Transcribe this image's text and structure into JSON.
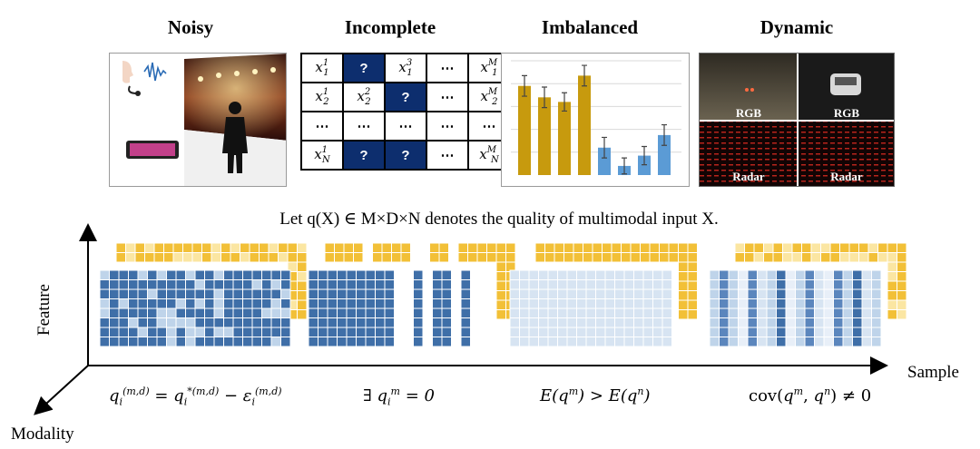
{
  "titles": {
    "noisy": "Noisy",
    "incomplete": "Incomplete",
    "imbalanced": "Imbalanced",
    "dynamic": "Dynamic"
  },
  "matrix": {
    "rows": [
      [
        {
          "t": "x",
          "sup": "1",
          "sub": "1"
        },
        {
          "t": "?",
          "miss": true
        },
        {
          "t": "x",
          "sup": "3",
          "sub": "1"
        },
        {
          "t": "⋯",
          "dots": true
        },
        {
          "t": "x",
          "sup": "M",
          "sub": "1"
        }
      ],
      [
        {
          "t": "x",
          "sup": "1",
          "sub": "2"
        },
        {
          "t": "x",
          "sup": "2",
          "sub": "2"
        },
        {
          "t": "?",
          "miss": true
        },
        {
          "t": "⋯",
          "dots": true
        },
        {
          "t": "x",
          "sup": "M",
          "sub": "2"
        }
      ],
      [
        {
          "t": "⋯",
          "dots": true
        },
        {
          "t": "⋯",
          "dots": true
        },
        {
          "t": "⋯",
          "dots": true
        },
        {
          "t": "⋯",
          "dots": true
        },
        {
          "t": "⋯",
          "dots": true
        }
      ],
      [
        {
          "t": "x",
          "sup": "1",
          "sub": "N"
        },
        {
          "t": "?",
          "miss": true
        },
        {
          "t": "?",
          "miss": true
        },
        {
          "t": "⋯",
          "dots": true
        },
        {
          "t": "x",
          "sup": "M",
          "sub": "N"
        }
      ]
    ]
  },
  "imbalanced_bars": {
    "values": [
      0.78,
      0.68,
      0.64,
      0.87,
      0.24,
      0.08,
      0.17,
      0.35
    ],
    "errors": [
      0.09,
      0.09,
      0.08,
      0.09,
      0.09,
      0.07,
      0.08,
      0.09
    ],
    "colors": [
      "#c79a0e",
      "#c79a0e",
      "#c79a0e",
      "#c79a0e",
      "#5b9bd5",
      "#5b9bd5",
      "#5b9bd5",
      "#5b9bd5"
    ]
  },
  "dynamic": {
    "labels": [
      "RGB",
      "RGB",
      "Radar",
      "Radar"
    ]
  },
  "caption": "Let q(X) ∈ M×D×N denotes the quality of multimodal input X.",
  "axes": {
    "feature": "Feature",
    "sample": "Sample",
    "modality": "Modality"
  },
  "formulas": {
    "noisy": "q_i^(m,d) = q_i^*(m,d) − ε_i^(m,d)",
    "incomplete": "∃ q_i^m = 0",
    "imbalanced": "E(q^m) > E(q^n)",
    "dynamic": "cov(q^m, q^n) ≠ 0"
  },
  "colors": {
    "yellow": "#f2c037",
    "blue": "#3f6fa8",
    "light_blue": "#bfd4ea",
    "pale_blue": "#d7e4f2",
    "navy": "#0d2e6e"
  }
}
